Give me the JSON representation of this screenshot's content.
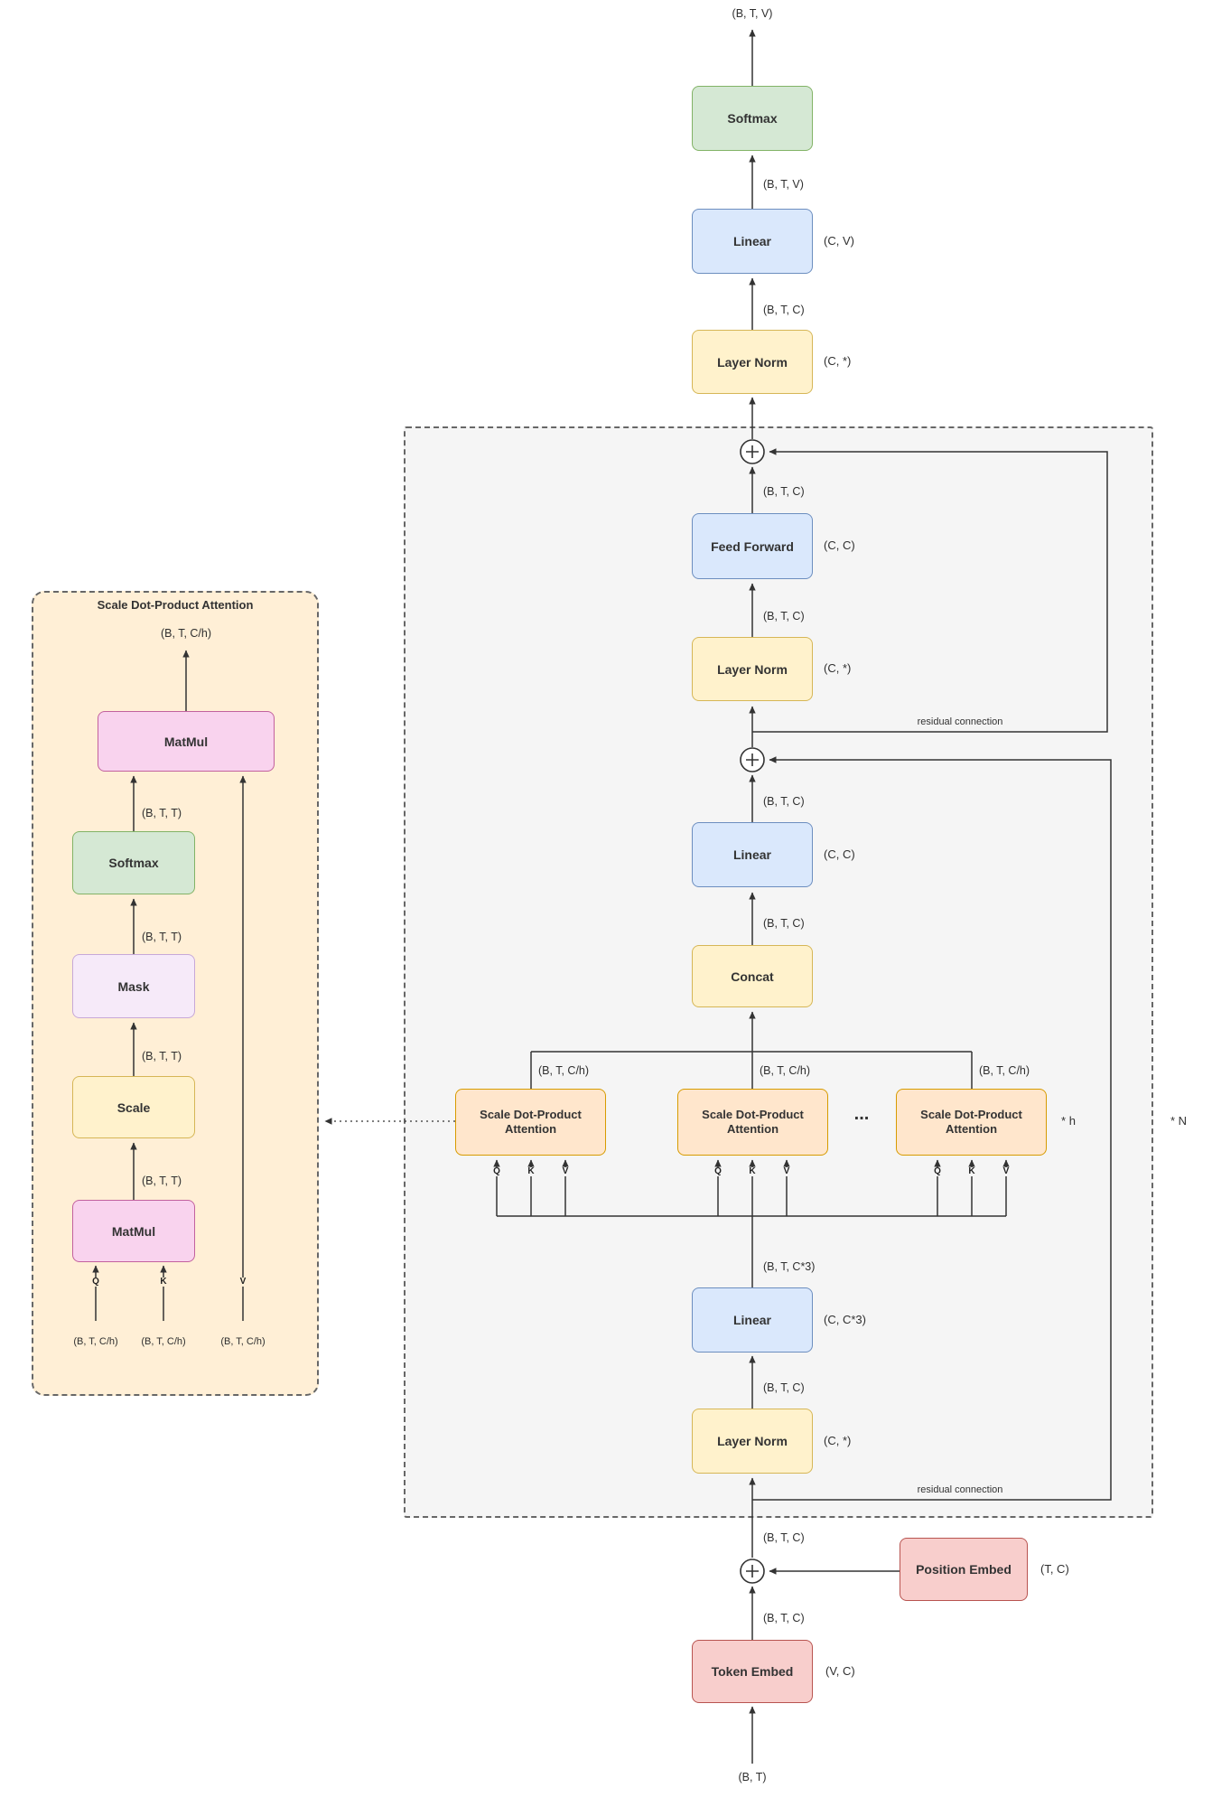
{
  "palette": {
    "softmax_green_fill": "#d5e8d4",
    "softmax_green_stroke": "#82b366",
    "linear_blue_fill": "#dae8fc",
    "linear_blue_stroke": "#6c8ebf",
    "norm_yellow_fill": "#fff2cc",
    "norm_yellow_stroke": "#d6b656",
    "embed_red_fill": "#f8cecc",
    "embed_red_stroke": "#b85450",
    "attention_orange_fill": "#ffe6cc",
    "attention_orange_stroke": "#d79b00",
    "matmul_pink_fill": "#f9d3ee",
    "matmul_pink_stroke": "#c2619e",
    "mask_lavender_fill": "#f6eaf9",
    "mask_lavender_stroke": "#c7a8d8",
    "block_background": "#f5f5f5",
    "detail_background": "#ffefd6",
    "line_color": "#333333"
  },
  "main": {
    "output_shape": "(B, T, V)",
    "softmax_label": "Softmax",
    "shape_softmax_in": "(B, T, V)",
    "linear_head_label": "Linear",
    "linear_head_dim": "(C, V)",
    "shape_linear_head_in": "(B, T, C)",
    "layer_norm_final_label": "Layer Norm",
    "layer_norm_final_dim": "(C, *)",
    "shape_ff_out": "(B, T, C)",
    "feed_forward_label": "Feed Forward",
    "feed_forward_dim": "(C, C)",
    "shape_ff_in": "(B, T, C)",
    "layer_norm_2_label": "Layer Norm",
    "layer_norm_2_dim": "(C, *)",
    "residual_1_label": "residual connection",
    "shape_proj_out": "(B, T, C)",
    "linear_proj_label": "Linear",
    "linear_proj_dim": "(C, C)",
    "shape_concat_out": "(B, T, C)",
    "concat_label": "Concat",
    "head_shape_1": "(B, T, C/h)",
    "head_shape_2": "(B, T, C/h)",
    "head_shape_3": "(B, T, C/h)",
    "attn_1_label": "Scale Dot-Product Attention",
    "attn_2_label": "Scale Dot-Product Attention",
    "attn_3_label": "Scale Dot-Product Attention",
    "heads_ellipsis": "...",
    "times_h": "* h",
    "times_n": "* N",
    "q_label": "Q",
    "k_label": "K",
    "v_label": "V",
    "shape_qkv": "(B, T, C*3)",
    "linear_qkv_label": "Linear",
    "linear_qkv_dim": "(C, C*3)",
    "shape_ln1_out": "(B, T, C)",
    "layer_norm_1_label": "Layer Norm",
    "layer_norm_1_dim": "(C, *)",
    "residual_2_label": "residual connection",
    "shape_block_in": "(B, T, C)",
    "position_embed_label": "Position Embed",
    "position_embed_dim": "(T, C)",
    "shape_embed_sum": "(B, T, C)",
    "token_embed_label": "Token Embed",
    "token_embed_dim": "(V, C)",
    "input_shape": "(B, T)"
  },
  "detail": {
    "title": "Scale Dot-Product Attention",
    "output_shape": "(B, T, C/h)",
    "matmul_2_label": "MatMul",
    "shape_softmax_out": "(B, T, T)",
    "softmax_label": "Softmax",
    "shape_mask_out": "(B, T, T)",
    "mask_label": "Mask",
    "shape_scale_out": "(B, T, T)",
    "scale_label": "Scale",
    "shape_matmul_out": "(B, T, T)",
    "matmul_1_label": "MatMul",
    "q_label": "Q",
    "k_label": "K",
    "v_label": "V",
    "input_shape_q": "(B, T, C/h)",
    "input_shape_k": "(B, T, C/h)",
    "input_shape_v": "(B, T, C/h)"
  }
}
